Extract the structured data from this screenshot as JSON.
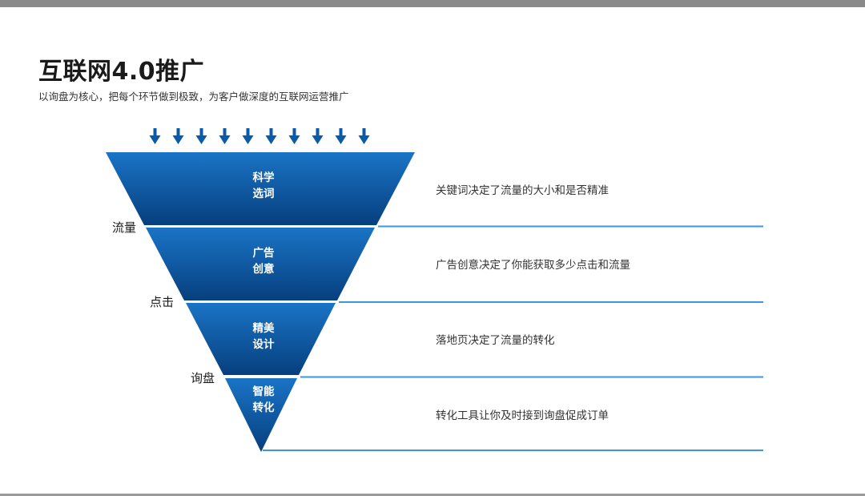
{
  "header": {
    "title": "互联网4.0推广",
    "subtitle": "以询盘为核心，把每个环节做到极致，为客户做深度的互联网运营推广"
  },
  "funnel": {
    "arrow_count": 10,
    "segments": [
      {
        "line1": "科学",
        "line2": "选词",
        "description": "关键词决定了流量的大小和是否精准"
      },
      {
        "line1": "广告",
        "line2": "创意",
        "description": "广告创意决定了你能获取多少点击和流量"
      },
      {
        "line1": "精美",
        "line2": "设计",
        "description": "落地页决定了流量的转化"
      },
      {
        "line1": "智能",
        "line2": "转化",
        "description": "转化工具让你及时接到询盘促成订单"
      }
    ],
    "side_labels": [
      "流量",
      "点击",
      "询盘"
    ]
  },
  "colors": {
    "funnel_top": "#1a74c6",
    "funnel_bottom": "#063f7e",
    "arrow": "#0a5aa7",
    "divider_line": "#3d95dc"
  }
}
